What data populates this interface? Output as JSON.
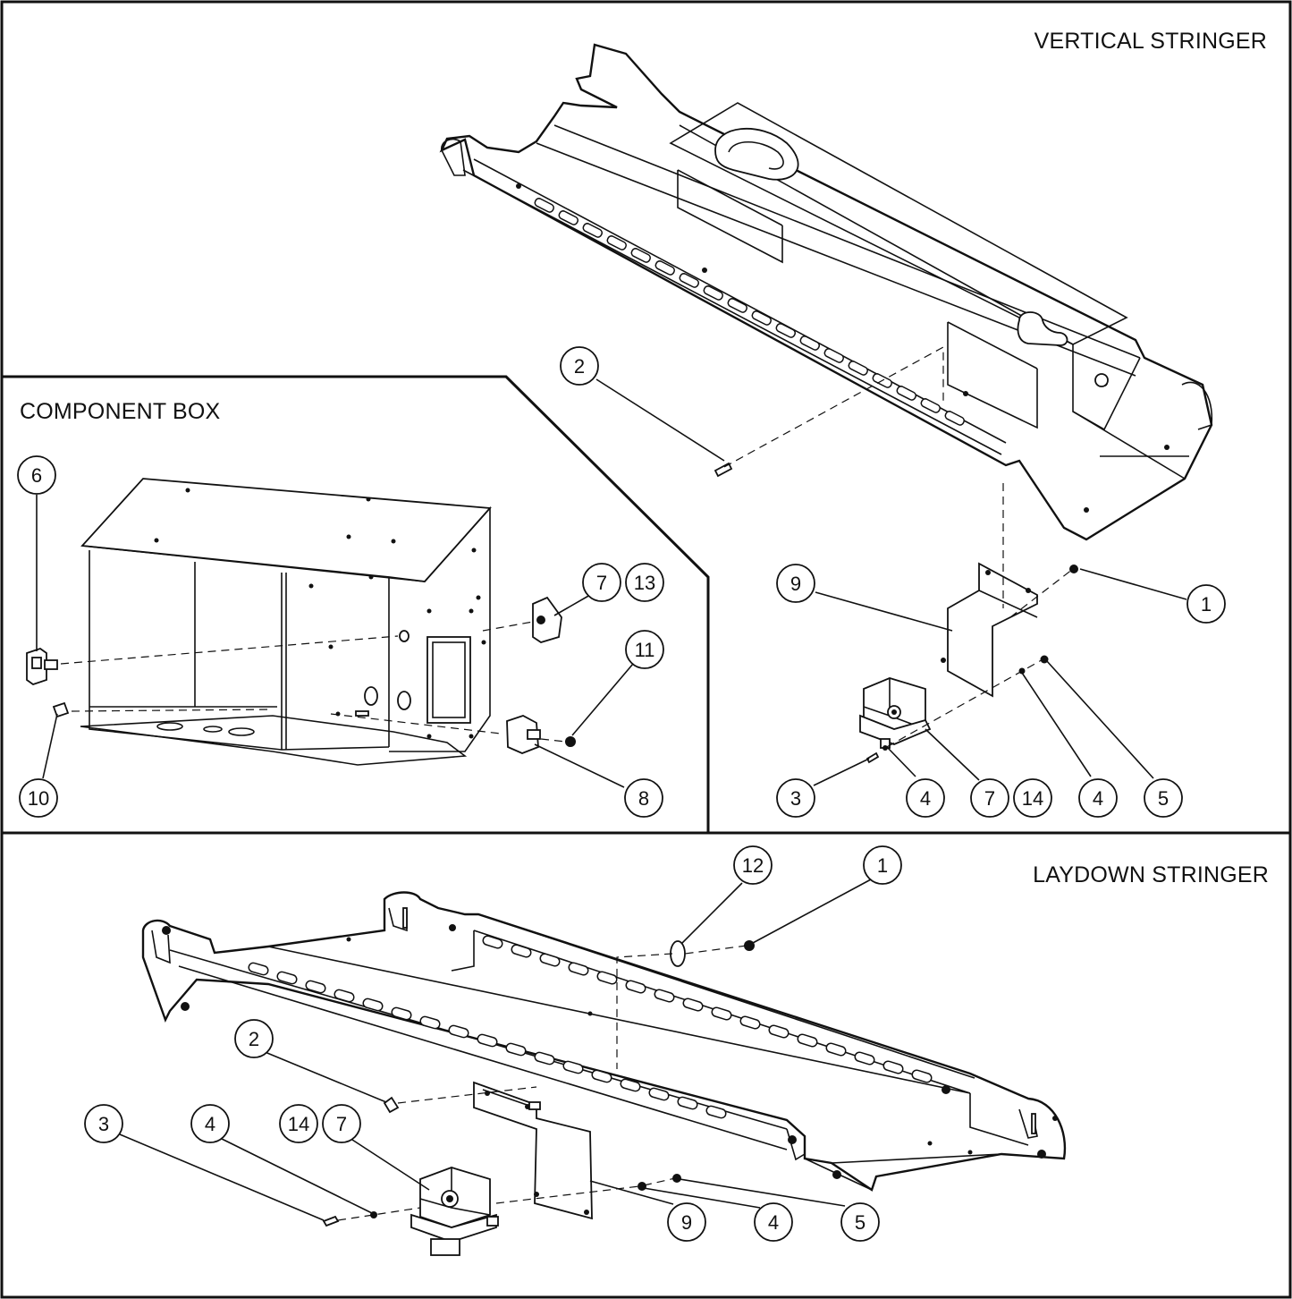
{
  "panels": {
    "vertical": {
      "title": "VERTICAL STRINGER"
    },
    "component": {
      "title": "COMPONENT BOX"
    },
    "laydown": {
      "title": "LAYDOWN STRINGER"
    }
  },
  "callouts": {
    "vertical": [
      "2",
      "9",
      "1",
      "3",
      "4",
      "7",
      "14",
      "4",
      "5"
    ],
    "component": [
      "6",
      "7",
      "13",
      "11",
      "10",
      "8"
    ],
    "laydown": [
      "12",
      "1",
      "2",
      "3",
      "4",
      "14",
      "7",
      "9",
      "4",
      "5"
    ]
  }
}
